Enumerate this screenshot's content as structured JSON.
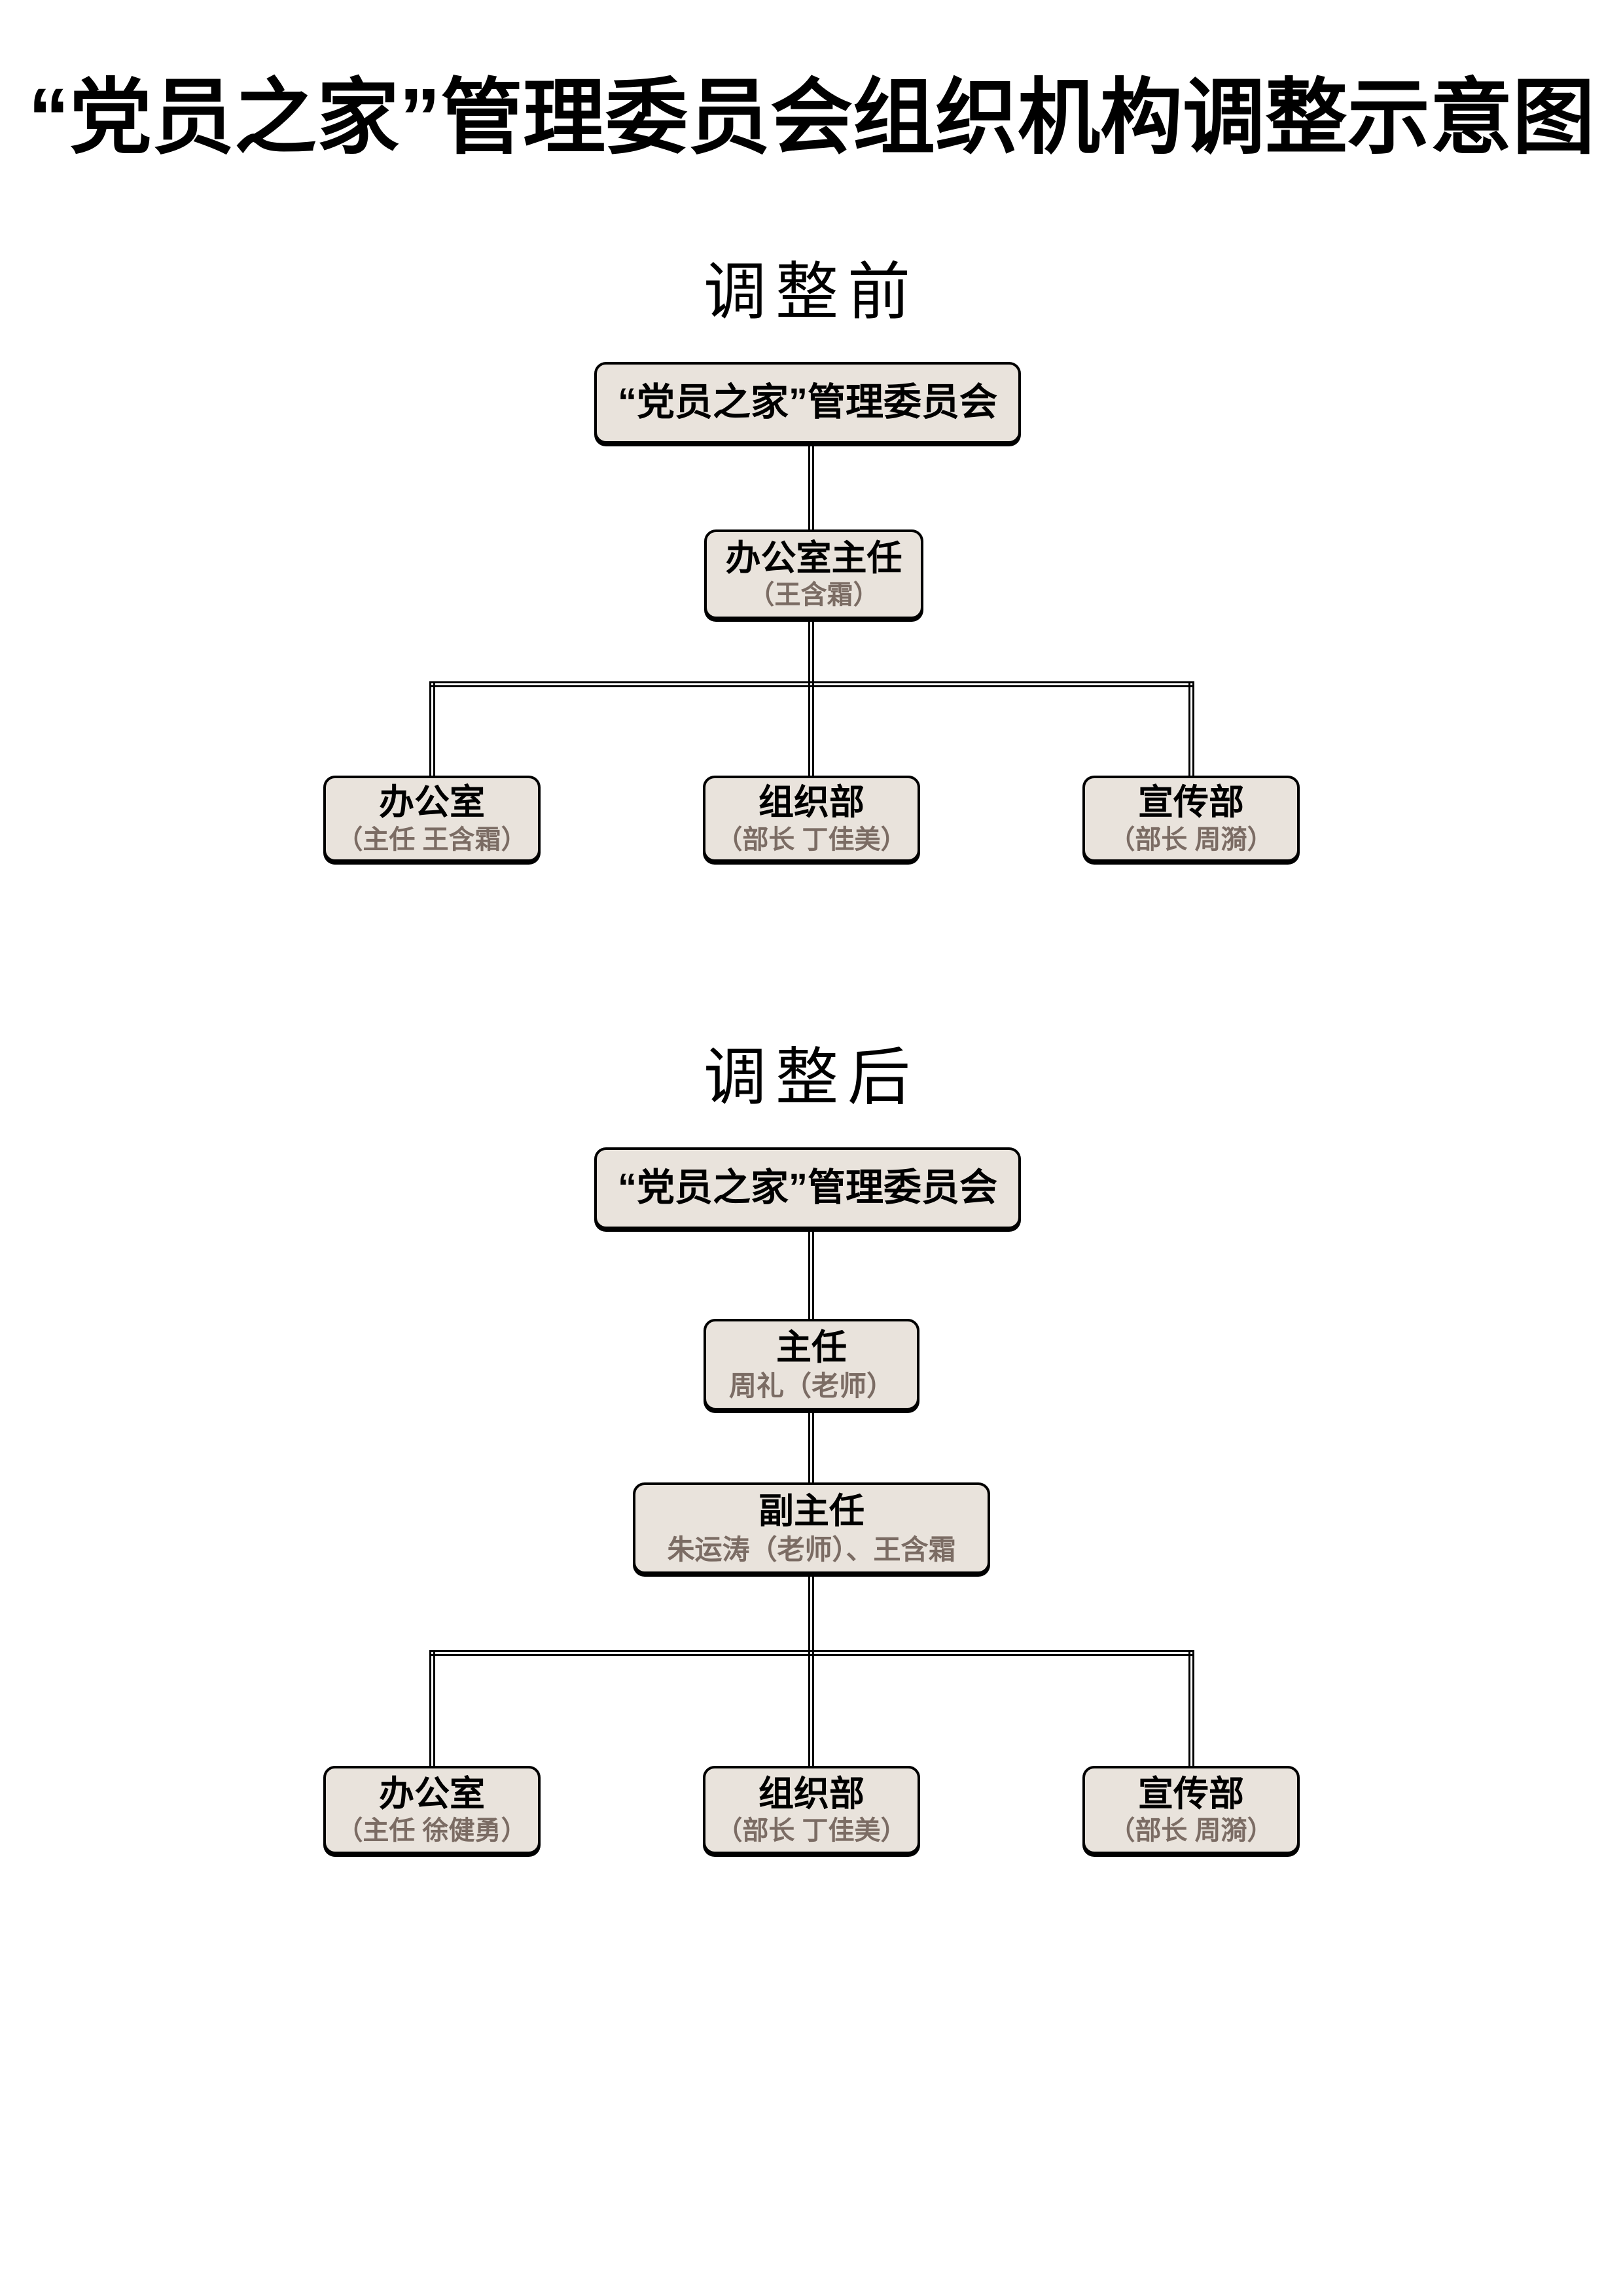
{
  "page": {
    "title": "“党员之家”管理委员会组织机构调整示意图"
  },
  "colors": {
    "box_fill": "#e9e3dc",
    "box_border": "#000000",
    "sub_text": "#7b6c64",
    "line": "#000000"
  },
  "sections": [
    {
      "heading": "调整前",
      "root": "“党员之家”管理委员会",
      "mid": [
        {
          "title": "办公室主任",
          "sub": "（王含霜）"
        }
      ],
      "children": [
        {
          "title": "办公室",
          "sub": "（主任 王含霜）"
        },
        {
          "title": "组织部",
          "sub": "（部长 丁佳美）"
        },
        {
          "title": "宣传部",
          "sub": "（部长 周漪）"
        }
      ]
    },
    {
      "heading": "调整后",
      "root": "“党员之家”管理委员会",
      "mid": [
        {
          "title": "主任",
          "sub": "周礼（老师）"
        },
        {
          "title": "副主任",
          "sub": "朱运涛（老师）、王含霜"
        }
      ],
      "children": [
        {
          "title": "办公室",
          "sub": "（主任 徐健勇）"
        },
        {
          "title": "组织部",
          "sub": "（部长 丁佳美）"
        },
        {
          "title": "宣传部",
          "sub": "（部长 周漪）"
        }
      ]
    }
  ]
}
